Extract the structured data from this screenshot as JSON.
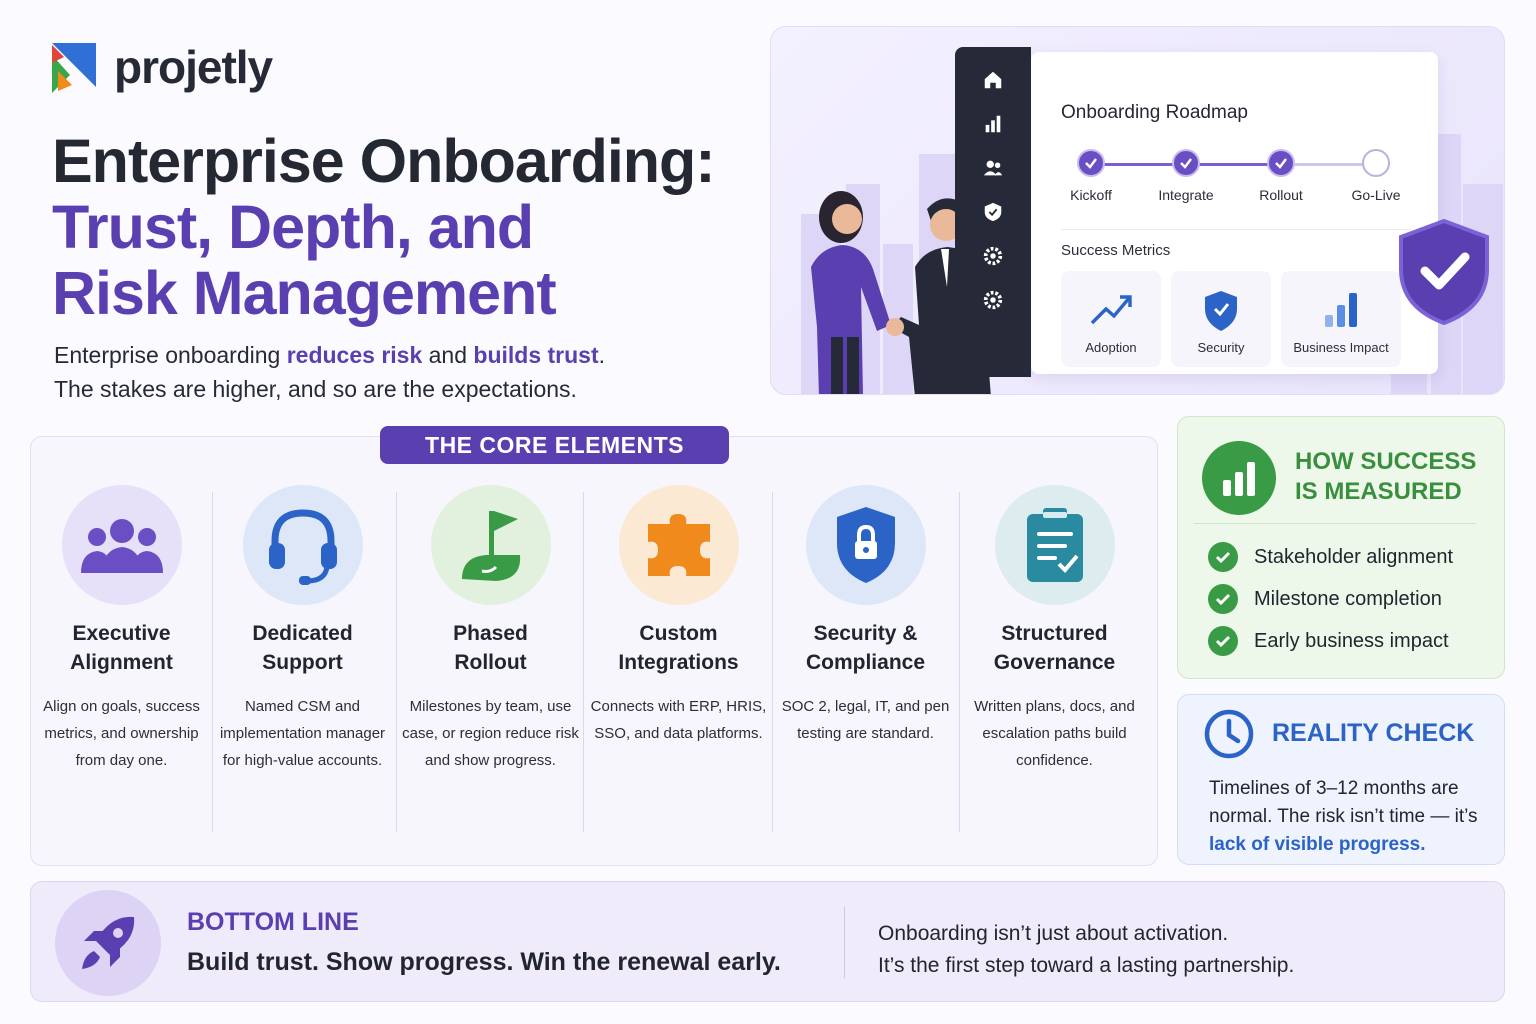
{
  "brand": {
    "name": "projetly"
  },
  "hero": {
    "title_line1": "Enterprise Onboarding:",
    "title_line2": "Trust, Depth, and",
    "title_line3": "Risk Management",
    "sub_a": "Enterprise onboarding ",
    "sub_hl1": "reduces risk",
    "sub_b": " and ",
    "sub_hl2": "builds trust",
    "sub_c": ".",
    "sub_line2": "The stakes are higher, and so are the expectations."
  },
  "illustration": {
    "sidebar_icons": [
      "home-icon",
      "bar-chart-icon",
      "users-icon",
      "shield-icon",
      "gear-icon",
      "settings-icon"
    ],
    "roadmap_title": "Onboarding Roadmap",
    "steps": [
      {
        "label": "Kickoff",
        "done": true
      },
      {
        "label": "Integrate",
        "done": true
      },
      {
        "label": "Rollout",
        "done": true
      },
      {
        "label": "Go-Live",
        "done": false
      }
    ],
    "metrics_title": "Success Metrics",
    "metrics": [
      {
        "label": "Adoption",
        "icon": "trend-up-icon"
      },
      {
        "label": "Security",
        "icon": "shield-icon"
      },
      {
        "label": "Business Impact",
        "icon": "bar-chart-icon"
      }
    ]
  },
  "core": {
    "badge": "THE CORE ELEMENTS",
    "items": [
      {
        "title1": "Executive",
        "title2": "Alignment",
        "desc": "Align on goals, success metrics, and ownership from day one.",
        "icon": "group-icon",
        "color": "#6a4fc4"
      },
      {
        "title1": "Dedicated",
        "title2": "Support",
        "desc": "Named CSM and implementation manager for high-value accounts.",
        "icon": "headset-icon",
        "color": "#2b63c7"
      },
      {
        "title1": "Phased",
        "title2": "Rollout",
        "desc": "Milestones by team, use case, or region reduce risk and show progress.",
        "icon": "flag-icon",
        "color": "#3a9b47"
      },
      {
        "title1": "Custom",
        "title2": "Integrations",
        "desc": "Connects with ERP, HRIS, SSO, and data platforms.",
        "icon": "puzzle-icon",
        "color": "#f08a1c"
      },
      {
        "title1": "Security &",
        "title2": "Compliance",
        "desc": "SOC 2, legal, IT, and pen testing are standard.",
        "icon": "lock-shield-icon",
        "color": "#2b63c7"
      },
      {
        "title1": "Structured",
        "title2": "Governance",
        "desc": "Written plans, docs, and escalation paths build confidence.",
        "icon": "clipboard-icon",
        "color": "#2a8aa0"
      }
    ]
  },
  "success": {
    "title1": "HOW SUCCESS",
    "title2": "IS MEASURED",
    "items": [
      "Stakeholder alignment",
      "Milestone completion",
      "Early business impact"
    ]
  },
  "reality": {
    "title": "REALITY CHECK",
    "body_a": "Timelines of 3–12 months are normal. The risk isn’t time — it’s ",
    "body_hl": "lack of visible progress.",
    "body_b": ""
  },
  "bottom": {
    "label": "BOTTOM LINE",
    "main": "Build trust. Show progress. Win the renewal early.",
    "right_line1": "Onboarding isn’t just about activation.",
    "right_line2": "It’s the first step toward a lasting partnership."
  },
  "colors": {
    "accent": "#5a3fb0",
    "green": "#3a9b47",
    "blue": "#2b63c7"
  }
}
